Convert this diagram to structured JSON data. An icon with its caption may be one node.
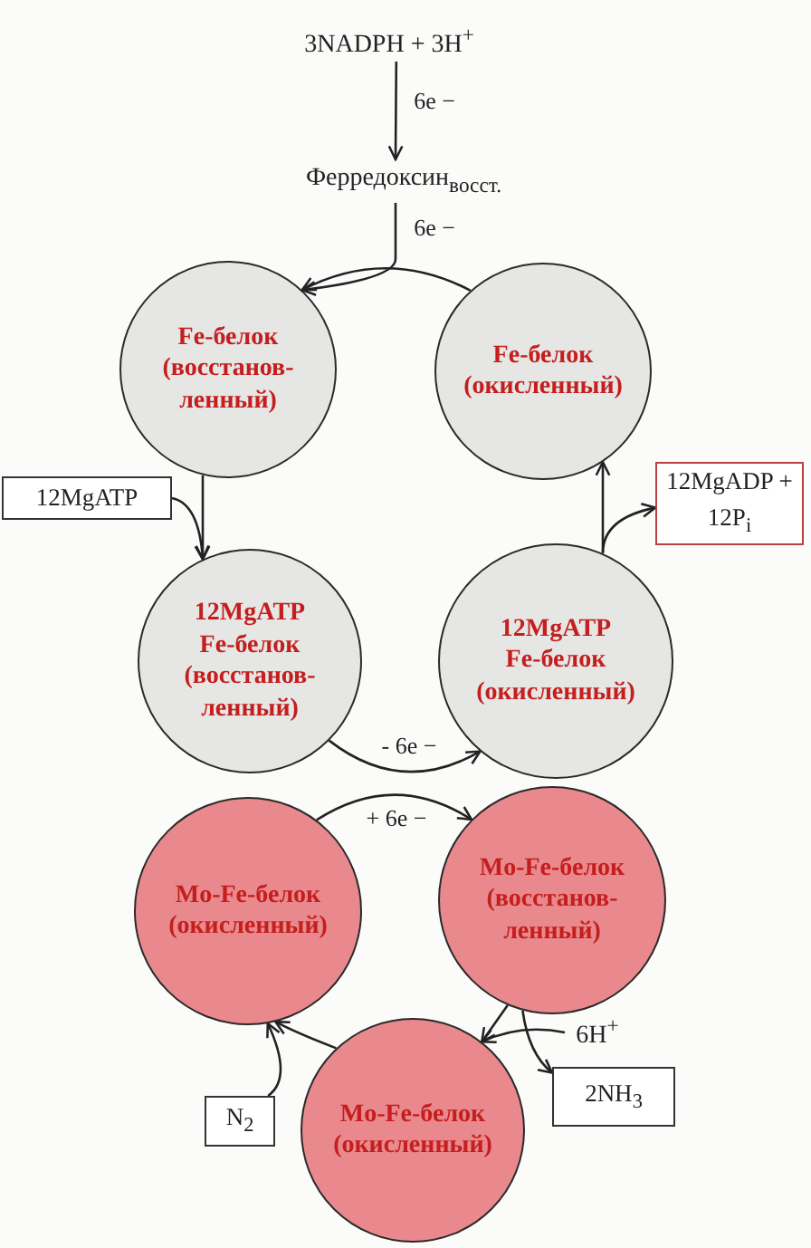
{
  "diagram": {
    "nodes": [
      {
        "text": [
          "3NADPH + 3H$^{+}$"
        ]
      },
      {
        "text": [
          "Ферредоксин$_{восст.}$"
        ]
      },
      {
        "text": [
          "Fe-белок",
          "(восстанов-ленный)"
        ]
      },
      {
        "text": [
          "Fe-белок",
          "(окисленный)"
        ]
      },
      {
        "text": [
          "12MgATP"
        ]
      },
      {
        "text": [
          "12MgADP + 12P$_{i}$"
        ]
      },
      {
        "text": [
          "12MgATP",
          "Fe-белок",
          "(восстанов-ленный)"
        ]
      },
      {
        "text": [
          "12MgATP",
          "Fe-белок",
          "(окисленный)"
        ]
      },
      {
        "text": [
          "Mo-Fe-белок",
          "(окисленный)"
        ]
      },
      {
        "text": [
          "Mo-Fe-белок",
          "(восстанов-ленный)"
        ]
      },
      {
        "text": [
          "Mo-Fe-белок",
          "(окисленный)"
        ]
      },
      {
        "text": [
          "N$_{2}$"
        ]
      },
      {
        "text": [
          "2NH$_{3}$"
        ]
      },
      {
        "text": [
          "6H$^{+}$"
        ]
      }
    ],
    "edges": [
      {
        "from": 0,
        "to": 1,
        "arrow": "to",
        "label": "6e −"
      },
      {
        "from": 1,
        "to": 2,
        "arrow": "to",
        "label": "6e −"
      },
      {
        "from": 3,
        "to": 2,
        "arrow": "to"
      },
      {
        "from": 2,
        "to": 6,
        "arrow": "to"
      },
      {
        "from": 4,
        "to": 6,
        "arrow": "to"
      },
      {
        "from": 6,
        "to": 7,
        "arrow": "to",
        "label": "- 6e −"
      },
      {
        "from": 7,
        "to": 3,
        "arrow": "to"
      },
      {
        "from": 7,
        "to": 5,
        "arrow": "to"
      },
      {
        "from": 8,
        "to": 9,
        "arrow": "to",
        "label": "+ 6e −"
      },
      {
        "from": 9,
        "to": 10,
        "arrow": "to"
      },
      {
        "from": 13,
        "to": 10,
        "arrow": "to"
      },
      {
        "from": 9,
        "to": 12,
        "arrow": "to"
      },
      {
        "from": 10,
        "to": 8,
        "arrow": "to"
      },
      {
        "from": 11,
        "to": 8,
        "arrow": "to"
      }
    ]
  }
}
